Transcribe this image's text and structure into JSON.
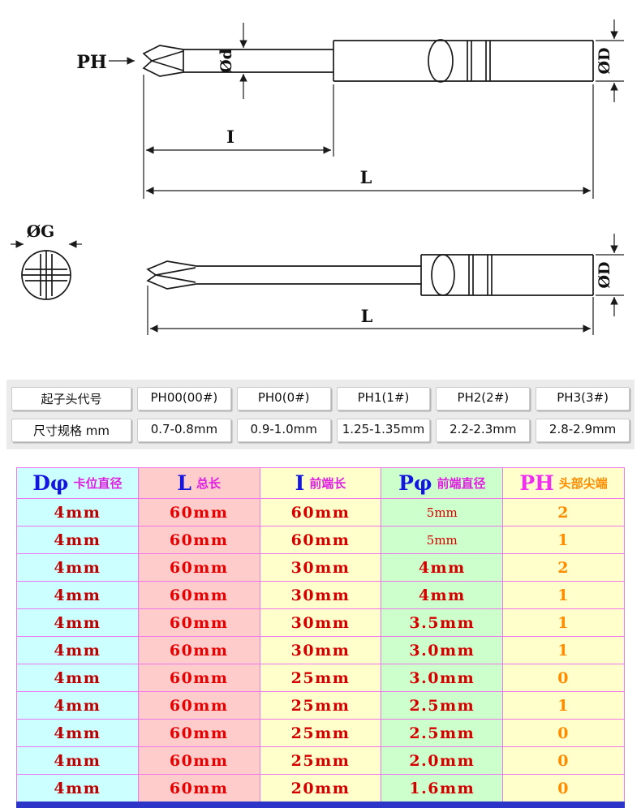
{
  "diagram": {
    "ph_label": "PH",
    "od_small_label": "Ød",
    "od_big_label": "ØD",
    "i_label": "I",
    "l_label": "L",
    "og_label": "ØG",
    "od_big2_label": "ØD",
    "l2_label": "L"
  },
  "spec_table": {
    "rows": [
      [
        "起子头代号",
        "PH00(00#)",
        "PH0(0#)",
        "PH1(1#)",
        "PH2(2#)",
        "PH3(3#)"
      ],
      [
        "尺寸规格 mm",
        "0.7-0.8mm",
        "0.9-1.0mm",
        "1.25-1.35mm",
        "2.2-2.3mm",
        "2.8-2.9mm"
      ]
    ]
  },
  "size_table": {
    "headers": [
      {
        "code": "Dφ",
        "label": "卡位直径",
        "code_color": "#1515e0",
        "label_color": "#e020e0"
      },
      {
        "code": "L",
        "label": "总长",
        "code_color": "#1515e0",
        "label_color": "#e020e0"
      },
      {
        "code": "I",
        "label": "前端长",
        "code_color": "#1515e0",
        "label_color": "#e020e0"
      },
      {
        "code": "Pφ",
        "label": "前端直径",
        "code_color": "#1515e0",
        "label_color": "#e020e0"
      },
      {
        "code": "PH",
        "label": "头部尖端",
        "code_color": "#f02ff0",
        "label_color": "#ff8c00"
      }
    ],
    "rows": [
      [
        "4mm",
        "60mm",
        "60mm",
        "5mm",
        "2"
      ],
      [
        "4mm",
        "60mm",
        "60mm",
        "5mm",
        "1"
      ],
      [
        "4mm",
        "60mm",
        "30mm",
        "4mm",
        "2"
      ],
      [
        "4mm",
        "60mm",
        "30mm",
        "4mm",
        "1"
      ],
      [
        "4mm",
        "60mm",
        "30mm",
        "3.5mm",
        "1"
      ],
      [
        "4mm",
        "60mm",
        "30mm",
        "3.0mm",
        "1"
      ],
      [
        "4mm",
        "60mm",
        "25mm",
        "3.0mm",
        "0"
      ],
      [
        "4mm",
        "60mm",
        "25mm",
        "2.5mm",
        "1"
      ],
      [
        "4mm",
        "60mm",
        "25mm",
        "2.5mm",
        "0"
      ],
      [
        "4mm",
        "60mm",
        "25mm",
        "2.0mm",
        "0"
      ],
      [
        "4mm",
        "60mm",
        "20mm",
        "1.6mm",
        "0"
      ]
    ]
  },
  "colors": {
    "col_bg": [
      "#ccffff",
      "#ffcccc",
      "#ffffcc",
      "#ccffcc",
      "#ffffcc"
    ],
    "col_fg": [
      "#c00000",
      "#e60000",
      "#d40000",
      "#d40000",
      "#ff8c00"
    ],
    "grid_line": "#ee77ee",
    "bottom_bar": "#2d35c8"
  }
}
